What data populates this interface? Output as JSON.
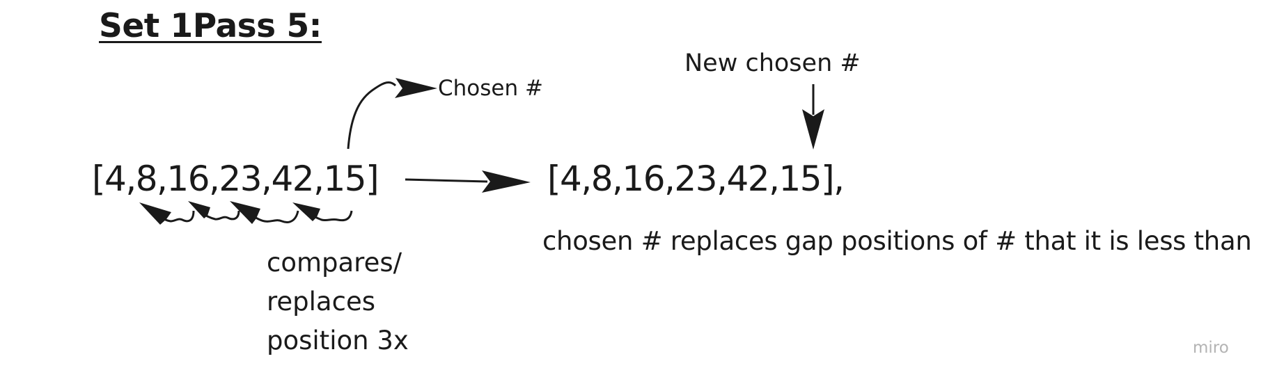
{
  "title": "Set 1Pass 5:",
  "array_before": "[4,8,16,23,42,15]",
  "array_after": "[4,8,16,23,42,15],",
  "labels": {
    "chosen": "Chosen #",
    "new_chosen": "New chosen #",
    "compares_line1": "compares/",
    "compares_line2": "replaces",
    "compares_line3": "position 3x",
    "replace_note": "chosen # replaces gap positions of # that it is less than"
  },
  "watermark": "miro",
  "colors": {
    "ink": "#1a1a1a",
    "watermark": "#b3b3b3",
    "background": "#ffffff"
  }
}
